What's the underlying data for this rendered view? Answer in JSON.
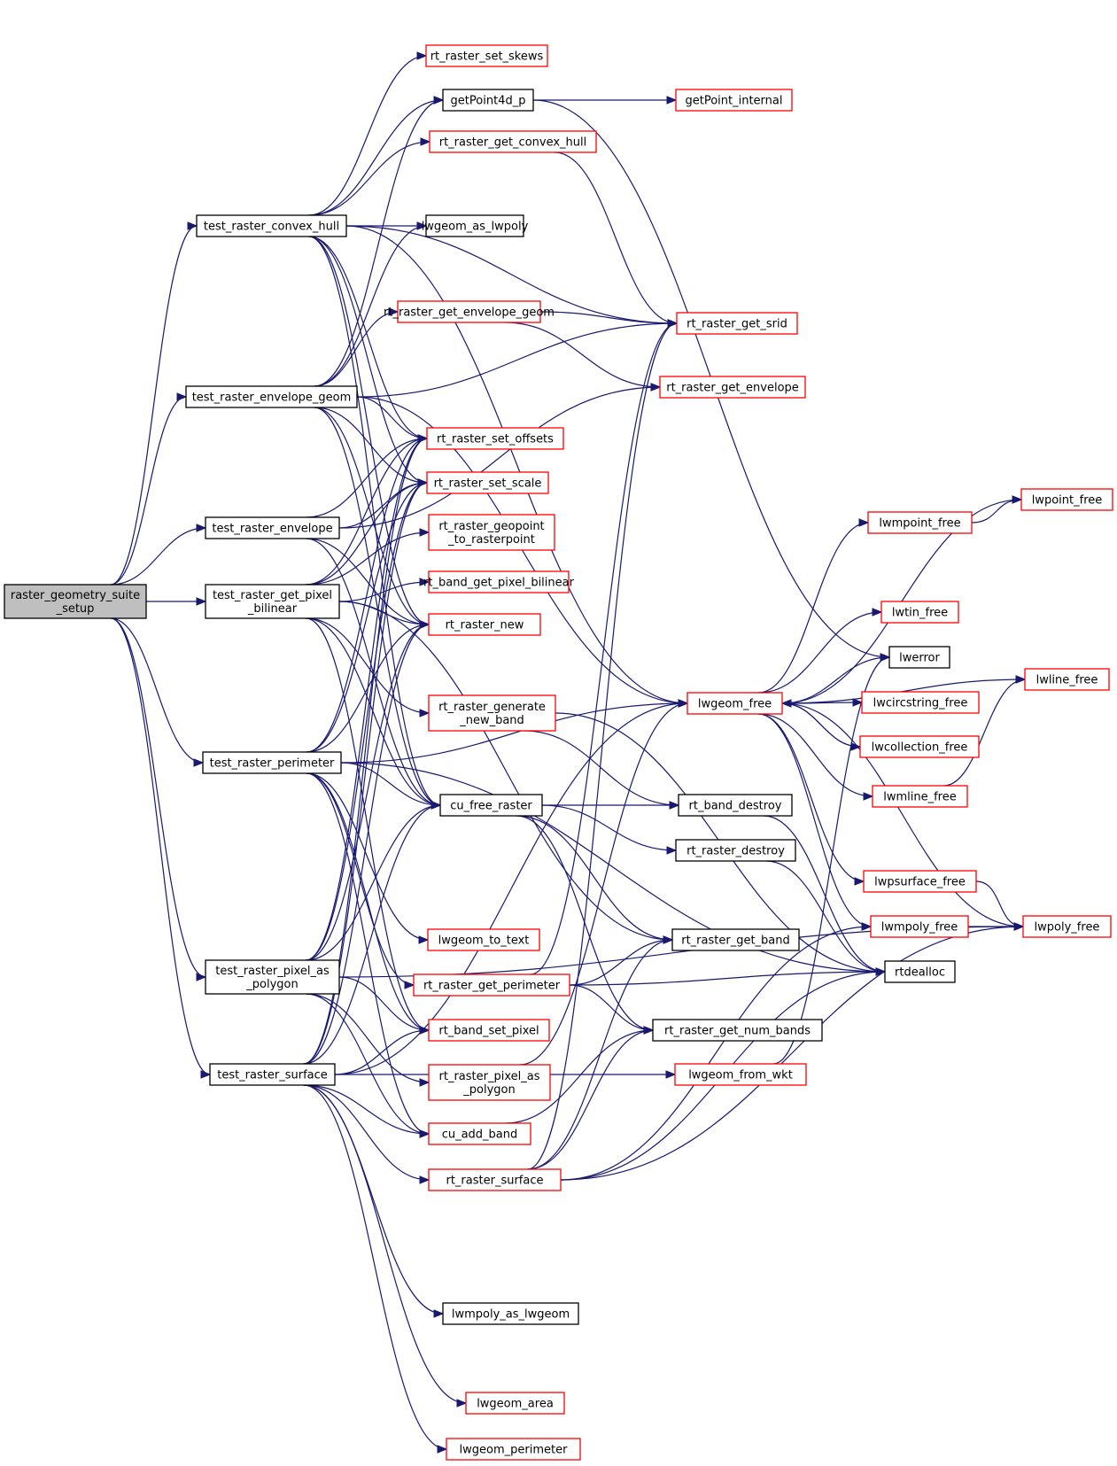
{
  "graph": {
    "type": "call-graph",
    "colors": {
      "edge": "#191970",
      "root_fill": "#bfbfbf",
      "root_border": "#000000",
      "documented_border": "#000000",
      "undocumented_border": "#ff0000",
      "node_fill": "#ffffff"
    },
    "nodes": [
      {
        "id": "root",
        "lines": [
          "raster_geometry_suite",
          "_setup"
        ],
        "style": "root"
      },
      {
        "id": "t_convex",
        "lines": [
          "test_raster_convex_hull"
        ],
        "style": "black"
      },
      {
        "id": "t_envgeom",
        "lines": [
          "test_raster_envelope_geom"
        ],
        "style": "black"
      },
      {
        "id": "t_env",
        "lines": [
          "test_raster_envelope"
        ],
        "style": "black"
      },
      {
        "id": "t_bilinear",
        "lines": [
          "test_raster_get_pixel",
          "_bilinear"
        ],
        "style": "black"
      },
      {
        "id": "t_perim",
        "lines": [
          "test_raster_perimeter"
        ],
        "style": "black"
      },
      {
        "id": "t_pixpoly",
        "lines": [
          "test_raster_pixel_as",
          "_polygon"
        ],
        "style": "black"
      },
      {
        "id": "t_surface",
        "lines": [
          "test_raster_surface"
        ],
        "style": "black"
      },
      {
        "id": "set_skews",
        "lines": [
          "rt_raster_set_skews"
        ],
        "style": "red"
      },
      {
        "id": "getpoint4d",
        "lines": [
          "getPoint4d_p"
        ],
        "style": "black"
      },
      {
        "id": "get_convex",
        "lines": [
          "rt_raster_get_convex_hull"
        ],
        "style": "red"
      },
      {
        "id": "as_lwpoly",
        "lines": [
          "lwgeom_as_lwpoly"
        ],
        "style": "black"
      },
      {
        "id": "get_envgeom",
        "lines": [
          "rt_raster_get_envelope_geom"
        ],
        "style": "red"
      },
      {
        "id": "set_offsets",
        "lines": [
          "rt_raster_set_offsets"
        ],
        "style": "red"
      },
      {
        "id": "set_scale",
        "lines": [
          "rt_raster_set_scale"
        ],
        "style": "red"
      },
      {
        "id": "geopoint",
        "lines": [
          "rt_raster_geopoint",
          "_to_rasterpoint"
        ],
        "style": "red"
      },
      {
        "id": "band_bilinear",
        "lines": [
          "rt_band_get_pixel_bilinear"
        ],
        "style": "red"
      },
      {
        "id": "raster_new",
        "lines": [
          "rt_raster_new"
        ],
        "style": "red"
      },
      {
        "id": "gen_band",
        "lines": [
          "rt_raster_generate",
          "_new_band"
        ],
        "style": "red"
      },
      {
        "id": "cu_free",
        "lines": [
          "cu_free_raster"
        ],
        "style": "black"
      },
      {
        "id": "to_text",
        "lines": [
          "lwgeom_to_text"
        ],
        "style": "red"
      },
      {
        "id": "get_perim",
        "lines": [
          "rt_raster_get_perimeter"
        ],
        "style": "red"
      },
      {
        "id": "band_setpix",
        "lines": [
          "rt_band_set_pixel"
        ],
        "style": "red"
      },
      {
        "id": "pix_as_poly",
        "lines": [
          "rt_raster_pixel_as",
          "_polygon"
        ],
        "style": "red"
      },
      {
        "id": "cu_add_band",
        "lines": [
          "cu_add_band"
        ],
        "style": "red"
      },
      {
        "id": "surface",
        "lines": [
          "rt_raster_surface"
        ],
        "style": "red"
      },
      {
        "id": "as_lwgeom",
        "lines": [
          "lwmpoly_as_lwgeom"
        ],
        "style": "black"
      },
      {
        "id": "area",
        "lines": [
          "lwgeom_area"
        ],
        "style": "red"
      },
      {
        "id": "perimeter",
        "lines": [
          "lwgeom_perimeter"
        ],
        "style": "red"
      },
      {
        "id": "getpoint_int",
        "lines": [
          "getPoint_internal"
        ],
        "style": "red"
      },
      {
        "id": "get_srid",
        "lines": [
          "rt_raster_get_srid"
        ],
        "style": "red"
      },
      {
        "id": "get_env",
        "lines": [
          "rt_raster_get_envelope"
        ],
        "style": "red"
      },
      {
        "id": "lwgeom_free",
        "lines": [
          "lwgeom_free"
        ],
        "style": "red"
      },
      {
        "id": "band_destroy",
        "lines": [
          "rt_band_destroy"
        ],
        "style": "black"
      },
      {
        "id": "raster_destroy",
        "lines": [
          "rt_raster_destroy"
        ],
        "style": "black"
      },
      {
        "id": "get_band",
        "lines": [
          "rt_raster_get_band"
        ],
        "style": "black"
      },
      {
        "id": "num_bands",
        "lines": [
          "rt_raster_get_num_bands"
        ],
        "style": "black"
      },
      {
        "id": "from_wkt",
        "lines": [
          "lwgeom_from_wkt"
        ],
        "style": "red"
      },
      {
        "id": "mpoint_free",
        "lines": [
          "lwmpoint_free"
        ],
        "style": "red"
      },
      {
        "id": "tin_free",
        "lines": [
          "lwtin_free"
        ],
        "style": "red"
      },
      {
        "id": "lwerror",
        "lines": [
          "lwerror"
        ],
        "style": "black"
      },
      {
        "id": "circ_free",
        "lines": [
          "lwcircstring_free"
        ],
        "style": "red"
      },
      {
        "id": "coll_free",
        "lines": [
          "lwcollection_free"
        ],
        "style": "red"
      },
      {
        "id": "mline_free",
        "lines": [
          "lwmline_free"
        ],
        "style": "red"
      },
      {
        "id": "psurf_free",
        "lines": [
          "lwpsurface_free"
        ],
        "style": "red"
      },
      {
        "id": "mpoly_free",
        "lines": [
          "lwmpoly_free"
        ],
        "style": "red"
      },
      {
        "id": "rtdealloc",
        "lines": [
          "rtdealloc"
        ],
        "style": "black"
      },
      {
        "id": "point_free",
        "lines": [
          "lwpoint_free"
        ],
        "style": "red"
      },
      {
        "id": "line_free",
        "lines": [
          "lwline_free"
        ],
        "style": "red"
      },
      {
        "id": "poly_free",
        "lines": [
          "lwpoly_free"
        ],
        "style": "red"
      }
    ],
    "edges": [
      [
        "root",
        "t_convex"
      ],
      [
        "root",
        "t_envgeom"
      ],
      [
        "root",
        "t_env"
      ],
      [
        "root",
        "t_bilinear"
      ],
      [
        "root",
        "t_perim"
      ],
      [
        "root",
        "t_pixpoly"
      ],
      [
        "root",
        "t_surface"
      ],
      [
        "t_convex",
        "set_skews"
      ],
      [
        "t_convex",
        "getpoint4d"
      ],
      [
        "t_convex",
        "get_convex"
      ],
      [
        "t_convex",
        "as_lwpoly"
      ],
      [
        "t_convex",
        "set_offsets"
      ],
      [
        "t_convex",
        "set_scale"
      ],
      [
        "t_convex",
        "raster_new"
      ],
      [
        "t_convex",
        "cu_free"
      ],
      [
        "t_convex",
        "lwgeom_free"
      ],
      [
        "t_convex",
        "get_srid"
      ],
      [
        "t_envgeom",
        "getpoint4d"
      ],
      [
        "t_envgeom",
        "as_lwpoly"
      ],
      [
        "t_envgeom",
        "get_envgeom"
      ],
      [
        "t_envgeom",
        "get_srid"
      ],
      [
        "t_envgeom",
        "set_offsets"
      ],
      [
        "t_envgeom",
        "set_scale"
      ],
      [
        "t_envgeom",
        "raster_new"
      ],
      [
        "t_envgeom",
        "cu_free"
      ],
      [
        "t_envgeom",
        "lwgeom_free"
      ],
      [
        "t_env",
        "get_env"
      ],
      [
        "t_env",
        "set_offsets"
      ],
      [
        "t_env",
        "set_scale"
      ],
      [
        "t_env",
        "raster_new"
      ],
      [
        "t_env",
        "cu_free"
      ],
      [
        "t_bilinear",
        "set_offsets"
      ],
      [
        "t_bilinear",
        "set_scale"
      ],
      [
        "t_bilinear",
        "geopoint"
      ],
      [
        "t_bilinear",
        "band_bilinear"
      ],
      [
        "t_bilinear",
        "raster_new"
      ],
      [
        "t_bilinear",
        "gen_band"
      ],
      [
        "t_bilinear",
        "cu_free"
      ],
      [
        "t_bilinear",
        "get_band"
      ],
      [
        "t_bilinear",
        "band_setpix"
      ],
      [
        "t_perim",
        "set_offsets"
      ],
      [
        "t_perim",
        "set_scale"
      ],
      [
        "t_perim",
        "raster_new"
      ],
      [
        "t_perim",
        "lwgeom_free"
      ],
      [
        "t_perim",
        "cu_free"
      ],
      [
        "t_perim",
        "to_text"
      ],
      [
        "t_perim",
        "get_perim"
      ],
      [
        "t_perim",
        "band_setpix"
      ],
      [
        "t_perim",
        "cu_add_band"
      ],
      [
        "t_perim",
        "rtdealloc"
      ],
      [
        "t_pixpoly",
        "set_offsets"
      ],
      [
        "t_pixpoly",
        "set_scale"
      ],
      [
        "t_pixpoly",
        "raster_new"
      ],
      [
        "t_pixpoly",
        "band_setpix"
      ],
      [
        "t_pixpoly",
        "pix_as_poly"
      ],
      [
        "t_pixpoly",
        "cu_add_band"
      ],
      [
        "t_pixpoly",
        "cu_free"
      ],
      [
        "t_pixpoly",
        "poly_free"
      ],
      [
        "t_surface",
        "set_offsets"
      ],
      [
        "t_surface",
        "set_scale"
      ],
      [
        "t_surface",
        "raster_new"
      ],
      [
        "t_surface",
        "cu_free"
      ],
      [
        "t_surface",
        "band_setpix"
      ],
      [
        "t_surface",
        "cu_add_band"
      ],
      [
        "t_surface",
        "surface"
      ],
      [
        "t_surface",
        "as_lwgeom"
      ],
      [
        "t_surface",
        "area"
      ],
      [
        "t_surface",
        "perimeter"
      ],
      [
        "t_surface",
        "from_wkt"
      ],
      [
        "t_surface",
        "lwgeom_free"
      ],
      [
        "getpoint4d",
        "getpoint_int"
      ],
      [
        "getpoint4d",
        "lwerror"
      ],
      [
        "get_convex",
        "get_srid"
      ],
      [
        "get_envgeom",
        "get_srid"
      ],
      [
        "get_envgeom",
        "get_env"
      ],
      [
        "gen_band",
        "band_destroy"
      ],
      [
        "gen_band",
        "rtdealloc"
      ],
      [
        "cu_free",
        "band_destroy"
      ],
      [
        "cu_free",
        "raster_destroy"
      ],
      [
        "cu_free",
        "get_band"
      ],
      [
        "cu_free",
        "num_bands"
      ],
      [
        "get_perim",
        "get_band"
      ],
      [
        "get_perim",
        "num_bands"
      ],
      [
        "get_perim",
        "rtdealloc"
      ],
      [
        "get_perim",
        "get_srid"
      ],
      [
        "pix_as_poly",
        "lwgeom_free"
      ],
      [
        "cu_add_band",
        "num_bands"
      ],
      [
        "surface",
        "get_srid"
      ],
      [
        "surface",
        "get_band"
      ],
      [
        "surface",
        "num_bands"
      ],
      [
        "surface",
        "mpoly_free"
      ],
      [
        "surface",
        "rtdealloc"
      ],
      [
        "surface",
        "poly_free"
      ],
      [
        "lwgeom_free",
        "point_free"
      ],
      [
        "lwgeom_free",
        "mpoint_free"
      ],
      [
        "lwgeom_free",
        "line_free"
      ],
      [
        "lwgeom_free",
        "tin_free"
      ],
      [
        "lwgeom_free",
        "lwerror"
      ],
      [
        "lwgeom_free",
        "circ_free"
      ],
      [
        "lwgeom_free",
        "coll_free"
      ],
      [
        "lwgeom_free",
        "mline_free"
      ],
      [
        "lwgeom_free",
        "psurf_free"
      ],
      [
        "lwgeom_free",
        "mpoly_free"
      ],
      [
        "lwgeom_free",
        "poly_free"
      ],
      [
        "coll_free",
        "lwgeom_free"
      ],
      [
        "mpoint_free",
        "point_free"
      ],
      [
        "mline_free",
        "line_free"
      ],
      [
        "psurf_free",
        "poly_free"
      ],
      [
        "mpoly_free",
        "poly_free"
      ],
      [
        "band_destroy",
        "rtdealloc"
      ],
      [
        "raster_destroy",
        "rtdealloc"
      ],
      [
        "from_wkt",
        "lwerror"
      ]
    ]
  }
}
